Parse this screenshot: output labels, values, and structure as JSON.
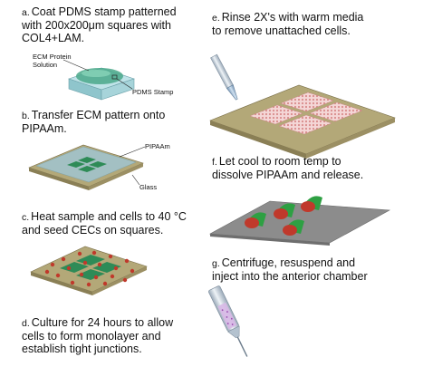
{
  "steps": {
    "a": {
      "letter": "a.",
      "text": "Coat PDMS stamp patterned\nwith 200x200μm squares with\nCOL4+LAM."
    },
    "b": {
      "letter": "b.",
      "text": "Transfer ECM pattern onto\nPIPAAm."
    },
    "c": {
      "letter": "c.",
      "text": "Heat sample and cells to 40 °C\nand seed CECs on squares."
    },
    "d": {
      "letter": "d.",
      "text": "Culture for 24 hours to allow\ncells to form monolayer and\nestablish tight junctions."
    },
    "e": {
      "letter": "e.",
      "text": "Rinse 2X's with warm media\nto remove unattached cells."
    },
    "f": {
      "letter": "f.",
      "text": "Let cool to room temp to\ndissolve PIPAAm and release."
    },
    "g": {
      "letter": "g.",
      "text": "Centrifuge, resuspend and\ninject into the anterior chamber"
    }
  },
  "labels": {
    "ecm": "ECM Protein\nSolution",
    "pdms": "PDMS Stamp",
    "pipaam": "PIPAAm",
    "glass": "Glass"
  },
  "colors": {
    "glass_top": "#b3a878",
    "glass_side": "#8a7f55",
    "ecm_square": "#2e8b57",
    "pdms": "#9fd3d6",
    "pipaam": "#9ec8dc",
    "cell_red": "#c0392b",
    "grey_sheet": "#8c8c8c"
  }
}
